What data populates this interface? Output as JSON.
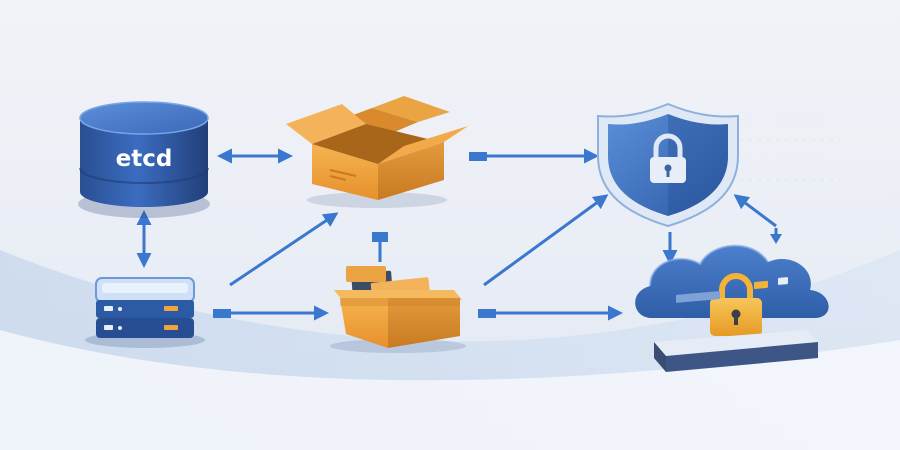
{
  "diagram": {
    "nodes": {
      "etcd": {
        "label": "etcd",
        "icon": "database-cylinder-icon"
      },
      "box_open": {
        "icon": "open-box-icon"
      },
      "shield": {
        "icon": "shield-lock-icon"
      },
      "server": {
        "icon": "server-stack-icon"
      },
      "box_files": {
        "icon": "box-with-files-icon"
      },
      "cloud_storage": {
        "icon": "cloud-lock-appliance-icon"
      }
    },
    "connections": [
      {
        "from": "etcd",
        "to": "box_open",
        "direction": "both"
      },
      {
        "from": "etcd",
        "to": "server",
        "direction": "both"
      },
      {
        "from": "box_open",
        "to": "shield",
        "direction": "forward"
      },
      {
        "from": "server",
        "to": "box_open",
        "direction": "forward"
      },
      {
        "from": "server",
        "to": "box_files",
        "direction": "forward"
      },
      {
        "from": "box_files",
        "to": "shield",
        "direction": "forward"
      },
      {
        "from": "box_files",
        "to": "cloud_storage",
        "direction": "forward"
      },
      {
        "from": "shield",
        "to": "cloud_storage",
        "direction": "forward"
      },
      {
        "from": "cloud_storage",
        "to": "shield",
        "direction": "forward"
      }
    ],
    "colors": {
      "background": "#eef1f7",
      "primary_blue": "#2f5fa8",
      "arrow_blue": "#3a78cf",
      "box_orange": "#f0a33e",
      "lock_gold": "#f2b33a"
    }
  }
}
